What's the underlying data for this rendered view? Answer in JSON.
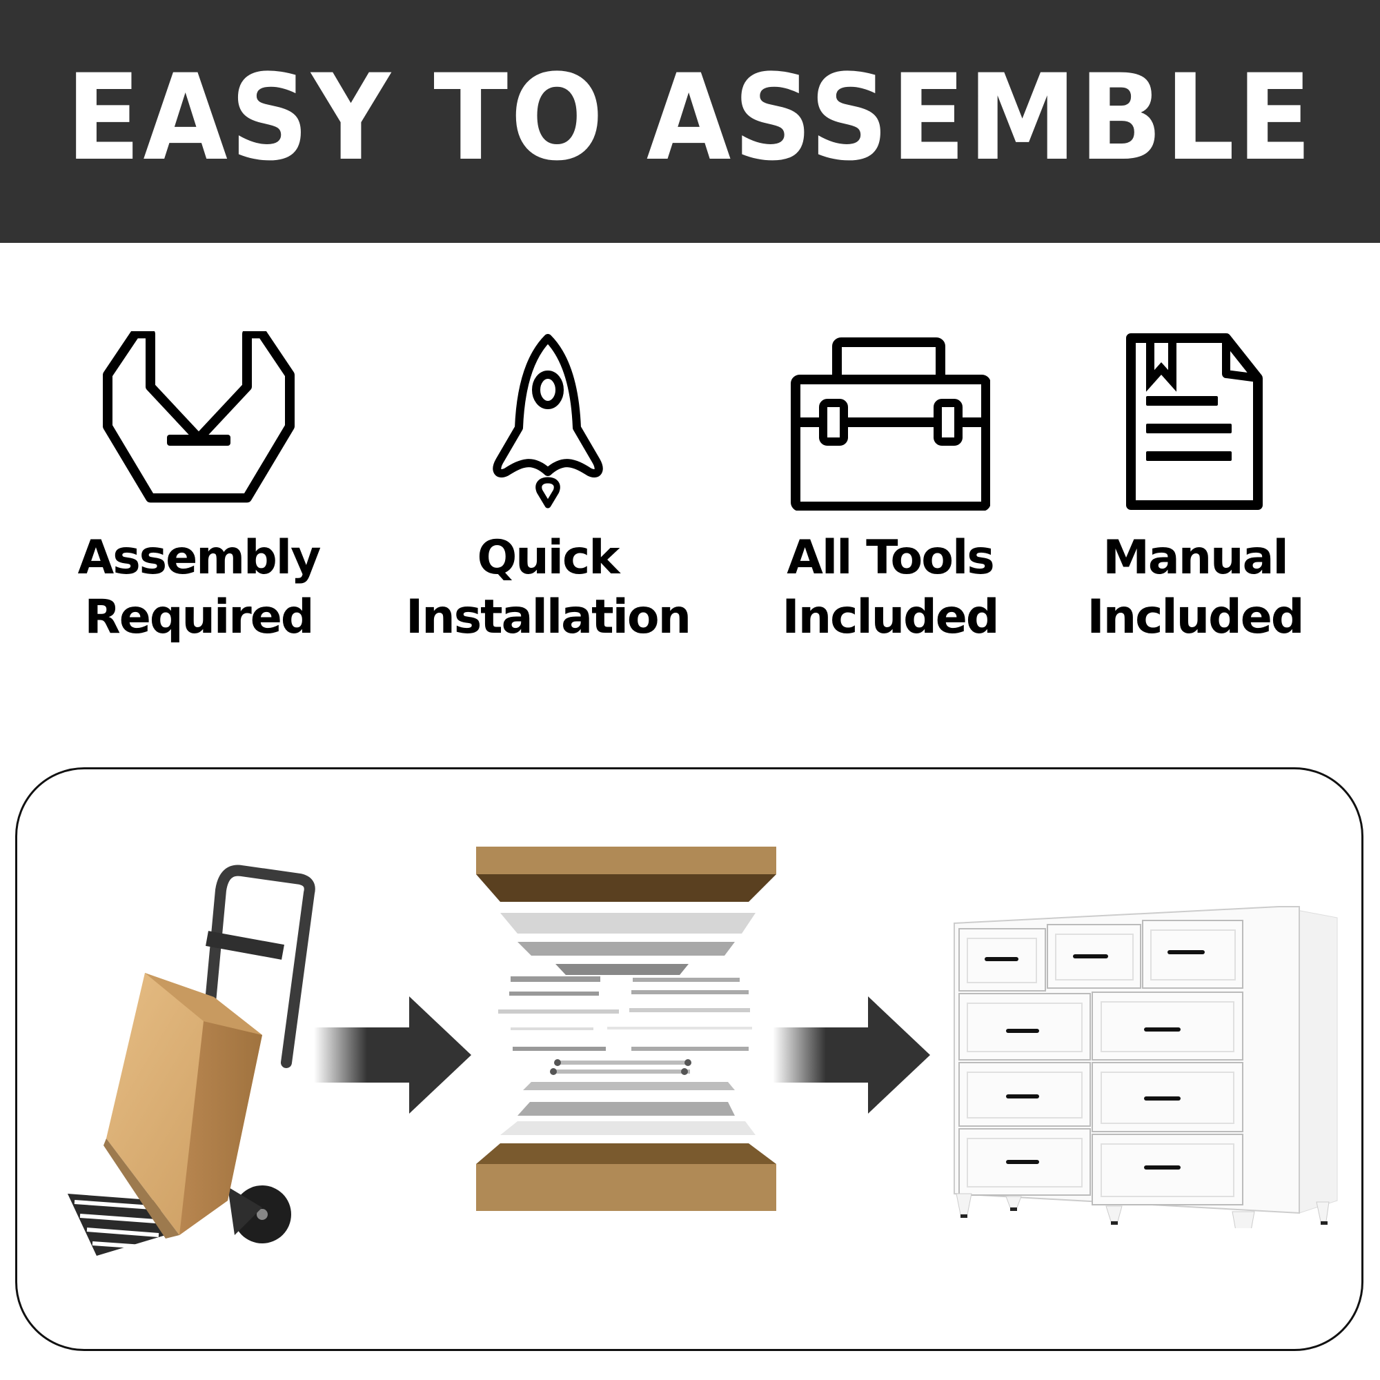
{
  "banner": {
    "title": "EASY TO ASSEMBLE",
    "background_color": "#333333",
    "text_color": "#ffffff"
  },
  "features": [
    {
      "icon": "wrench-icon",
      "line1": "Assembly",
      "line2": "Required"
    },
    {
      "icon": "rocket-icon",
      "line1": "Quick",
      "line2": "Installation"
    },
    {
      "icon": "toolbox-icon",
      "line1": "All Tools",
      "line2": "Included"
    },
    {
      "icon": "manual-document-icon",
      "line1": "Manual",
      "line2": "Included"
    }
  ],
  "process": {
    "steps": [
      {
        "name": "boxed-package-on-hand-truck"
      },
      {
        "name": "exploded-dresser-parts"
      },
      {
        "name": "assembled-white-dresser",
        "drawer_count": 9
      }
    ],
    "arrow_color": "#333333",
    "cardboard_color": "#b08a56"
  }
}
